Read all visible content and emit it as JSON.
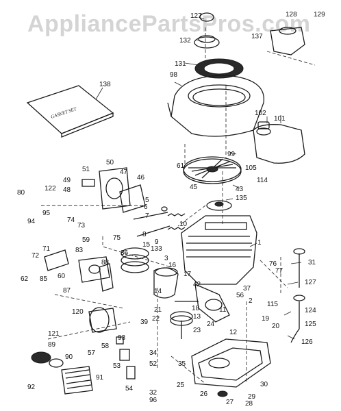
{
  "watermark": "AppliancePartsPros.com",
  "gasket_set_label": "GASKET SET",
  "part_labels": [
    "138",
    "127",
    "128",
    "129",
    "137",
    "132",
    "131",
    "98",
    "102",
    "101",
    "99",
    "61",
    "105",
    "114",
    "43",
    "135",
    "45",
    "50",
    "51",
    "47",
    "49",
    "48",
    "122",
    "80",
    "46",
    "5",
    "6",
    "7",
    "8",
    "10",
    "9",
    "133",
    "1",
    "94",
    "74",
    "73",
    "95",
    "71",
    "72",
    "59",
    "83",
    "75",
    "15",
    "36",
    "88",
    "62",
    "85",
    "60",
    "87",
    "3",
    "16",
    "17",
    "42",
    "76",
    "77",
    "37",
    "56",
    "31",
    "127",
    "124",
    "115",
    "14",
    "13",
    "11",
    "121",
    "120",
    "89",
    "90",
    "92",
    "91",
    "58",
    "57",
    "53",
    "54",
    "22",
    "21",
    "93",
    "18",
    "39",
    "23",
    "24",
    "25",
    "52",
    "34",
    "35",
    "26",
    "27",
    "28",
    "30",
    "32",
    "96",
    "29",
    "125",
    "126",
    "20",
    "19",
    "12",
    "2"
  ]
}
